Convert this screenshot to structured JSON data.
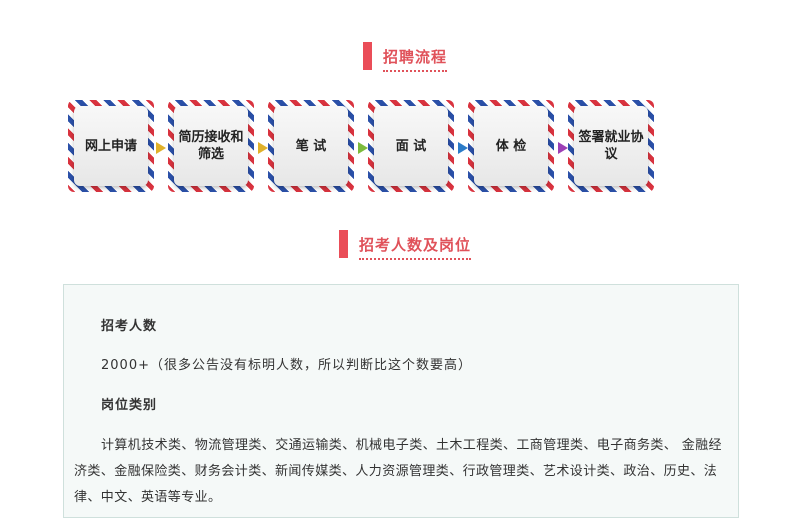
{
  "sections": {
    "process_title": "招聘流程",
    "positions_title": "招考人数及岗位"
  },
  "steps": [
    {
      "label": "网上申请"
    },
    {
      "label": "简历接收和筛选"
    },
    {
      "label": "笔 试"
    },
    {
      "label": "面 试"
    },
    {
      "label": "体 检"
    },
    {
      "label": "签署就业协议"
    }
  ],
  "arrow_colors": [
    "#e0b12a",
    "#e0b12a",
    "#7cbb3c",
    "#2b7bc8",
    "#9c3fb6"
  ],
  "panel": {
    "count_label": "招考人数",
    "count_value": "2000+（很多公告没有标明人数，所以判断比这个数要高）",
    "category_label": "岗位类别",
    "category_text": "计算机技术类、物流管理类、交通运输类、机械电子类、土木工程类、工商管理类、电子商务类、 金融经济类、金融保险类、财务会计类、新闻传媒类、人力资源管理类、行政管理类、艺术设计类、政治、历史、法律、中文、英语等专业。"
  }
}
